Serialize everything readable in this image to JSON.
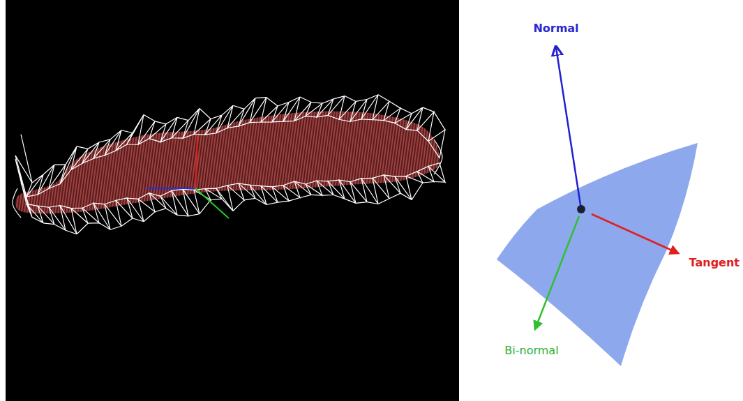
{
  "diagram": {
    "labels": [
      "Normal",
      "Tangent",
      "Bi-normal"
    ]
  }
}
